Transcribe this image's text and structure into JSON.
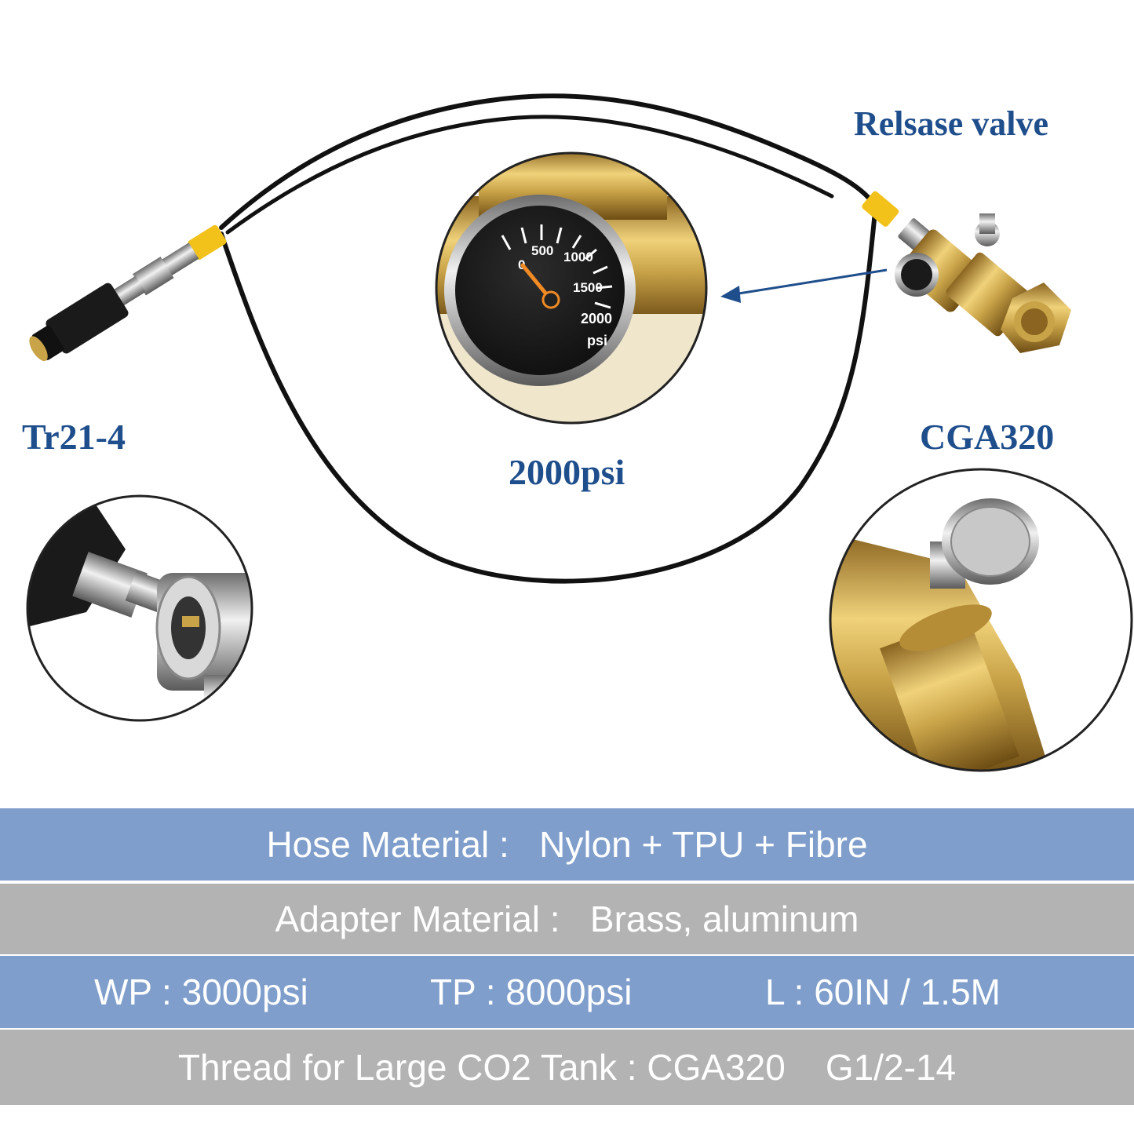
{
  "labels": {
    "release_valve": "Relsase valve",
    "tr_connector": "Tr21-4",
    "cga_connector": "CGA320",
    "gauge_rating": "2000psi"
  },
  "gauge": {
    "ticks": [
      "0",
      "500",
      "1000",
      "1500",
      "2000"
    ],
    "unit": "psi"
  },
  "specs": {
    "hose": {
      "label": "Hose Material :",
      "value": "Nylon + TPU + Fibre"
    },
    "adapter": {
      "label": "Adapter Material :",
      "value": "Brass, aluminum"
    },
    "wp": "WP : 3000psi",
    "tp": "TP : 8000psi",
    "length": "L : 60IN / 1.5M",
    "thread": {
      "label": "Thread for Large CO2 Tank :",
      "value": "CGA320    G1/2-14"
    }
  },
  "colors": {
    "label_blue": "#1f4e8c",
    "row_blue": "#7f9ecb",
    "row_gray": "#b3b3b3",
    "brass": "#c9a348",
    "hose": "#111111",
    "fitting_yellow": "#f2c21b"
  }
}
